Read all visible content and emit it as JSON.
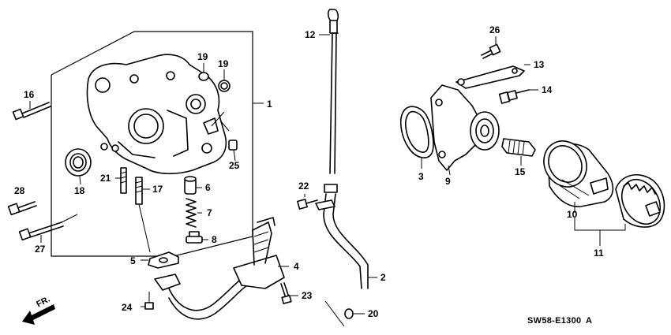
{
  "diagram": {
    "code": "SW58-E1300",
    "code_suffix": "A",
    "front_label": "FR.",
    "callouts": {
      "c1": "1",
      "c2": "2",
      "c3": "3",
      "c4": "4",
      "c5": "5",
      "c6": "6",
      "c7": "7",
      "c8": "8",
      "c9": "9",
      "c10": "10",
      "c11": "11",
      "c12": "12",
      "c13": "13",
      "c14": "14",
      "c15": "15",
      "c16": "16",
      "c17": "17",
      "c18": "18",
      "c19a": "19",
      "c19b": "19",
      "c20": "20",
      "c21": "21",
      "c22": "22",
      "c23": "23",
      "c24": "24",
      "c25": "25",
      "c26": "26",
      "c27": "27",
      "c28": "28"
    }
  }
}
